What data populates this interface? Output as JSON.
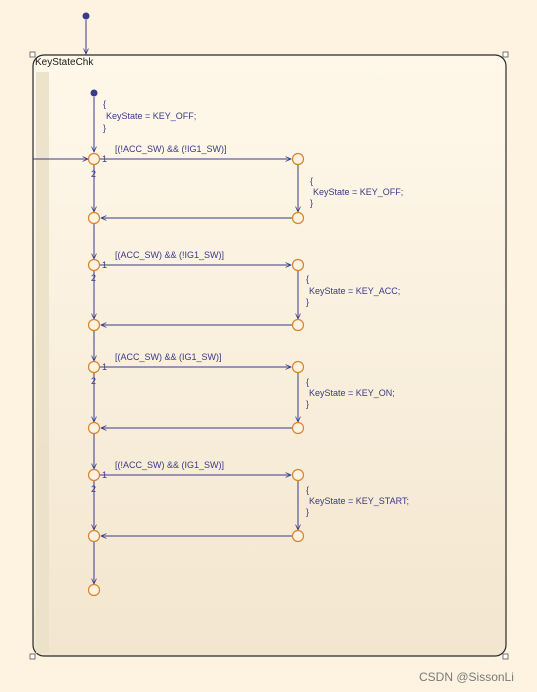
{
  "chart": {
    "state_name": "KeyStateChk",
    "default_action": [
      "{",
      "KeyState = KEY_OFF;",
      "}"
    ],
    "blocks": [
      {
        "condition": "[(!ACC_SW) && (!IG1_SW)]",
        "action": [
          "{",
          "KeyState = KEY_OFF;",
          "}"
        ],
        "priority_1": "1",
        "priority_2": "2"
      },
      {
        "condition": "[(ACC_SW) && (!IG1_SW)]",
        "action": [
          "{",
          "KeyState = KEY_ACC;",
          "}"
        ],
        "priority_1": "1",
        "priority_2": "2"
      },
      {
        "condition": "[(ACC_SW) && (IG1_SW)]",
        "action": [
          "{",
          "KeyState = KEY_ON;",
          "}"
        ],
        "priority_1": "1",
        "priority_2": "2"
      },
      {
        "condition": "[(!ACC_SW) && (IG1_SW)]",
        "action": [
          "{",
          "KeyState = KEY_START;",
          "}"
        ],
        "priority_1": "1",
        "priority_2": "2"
      }
    ]
  },
  "watermark": "CSDN @SissonLi",
  "colors": {
    "background": "#fdf3e0",
    "wire": "#3a3a8a",
    "junction": "#d9822b"
  }
}
